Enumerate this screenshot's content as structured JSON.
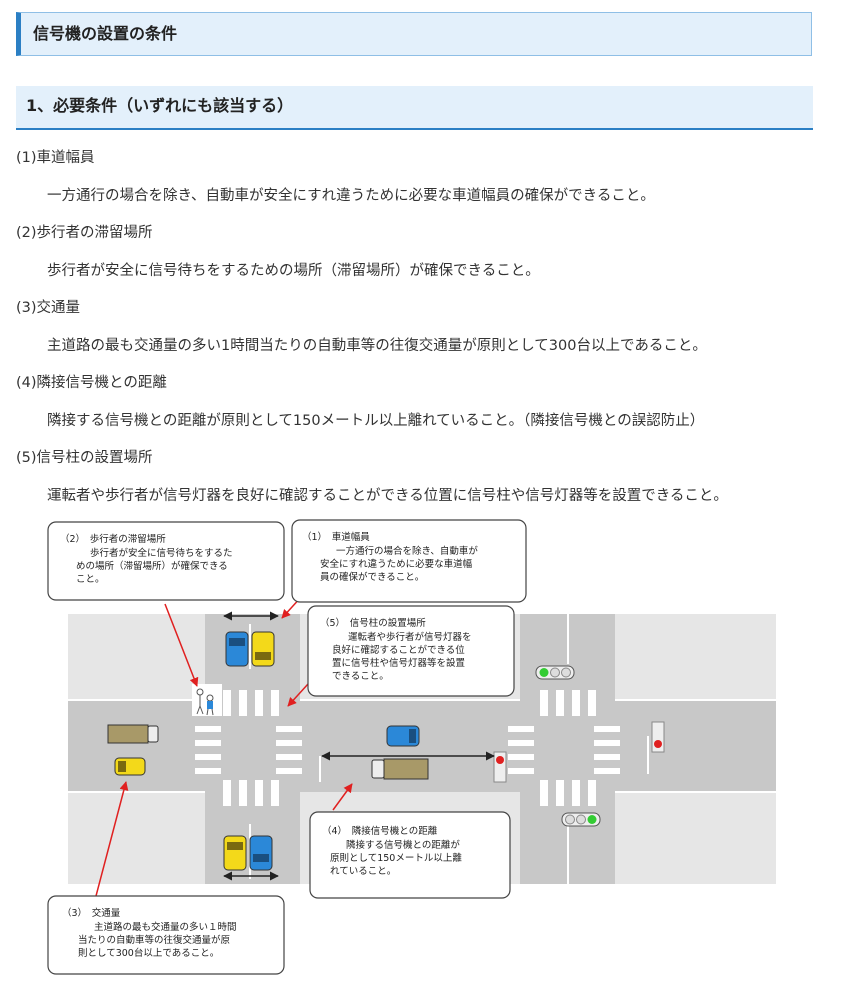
{
  "page_title": "信号機の設置の条件",
  "section_heading": "1、必要条件（いずれにも該当する）",
  "items": [
    {
      "heading": "(1)車道幅員",
      "body": "一方通行の場合を除き、自動車が安全にすれ違うために必要な車道幅員の確保ができること。"
    },
    {
      "heading": "(2)歩行者の滞留場所",
      "body": "歩行者が安全に信号待ちをするための場所（滞留場所）が確保できること。"
    },
    {
      "heading": "(3)交通量",
      "body": "主道路の最も交通量の多い1時間当たりの自動車等の往復交通量が原則として300台以上であること。"
    },
    {
      "heading": "(4)隣接信号機との距離",
      "body": "隣接する信号機との距離が原則として150メートル以上離れていること。（隣接信号機との誤認防止）"
    },
    {
      "heading": "(5)信号柱の設置場所",
      "body": "運転者や歩行者が信号灯器を良好に確認することができる位置に信号柱や信号灯器等を設置できること。"
    }
  ],
  "diagram": {
    "callouts": {
      "pedestrian": {
        "title": "（2）　歩行者の滞留場所",
        "lines": [
          "歩行者が安全に信号待ちをするた",
          "めの場所（滞留場所）が確保できる",
          "こと。"
        ]
      },
      "road_width": {
        "title": "（1）　車道幅員",
        "lines": [
          "一方通行の場合を除き、自動車が",
          "安全にすれ違うために必要な車道幅",
          "員の確保ができること。"
        ]
      },
      "pole": {
        "title": "（5）　信号柱の設置場所",
        "lines": [
          "運転者や歩行者が信号灯器を",
          "良好に確認することができる位",
          "置に信号柱や信号灯器等を設置",
          "できること。"
        ]
      },
      "distance": {
        "title": "（4）　隣接信号機との距離",
        "lines": [
          "隣接する信号機との距離が",
          "原則として150メートル以上離",
          "れていること。"
        ]
      },
      "traffic": {
        "title": "（3）　交通量",
        "lines": [
          "主道路の最も交通量の多い１時間",
          "当たりの自動車等の往復交通量が原",
          "則として300台以上であること。"
        ]
      }
    },
    "colors": {
      "road": "#c8c8c8",
      "sidewalk": "#e6e6e6",
      "callout_arrow": "#e02020",
      "car_blue": "#2b88d8",
      "car_yellow": "#f3d91a",
      "truck_olive": "#a89968",
      "signal_green": "#33cc33",
      "signal_red": "#e02020"
    }
  }
}
